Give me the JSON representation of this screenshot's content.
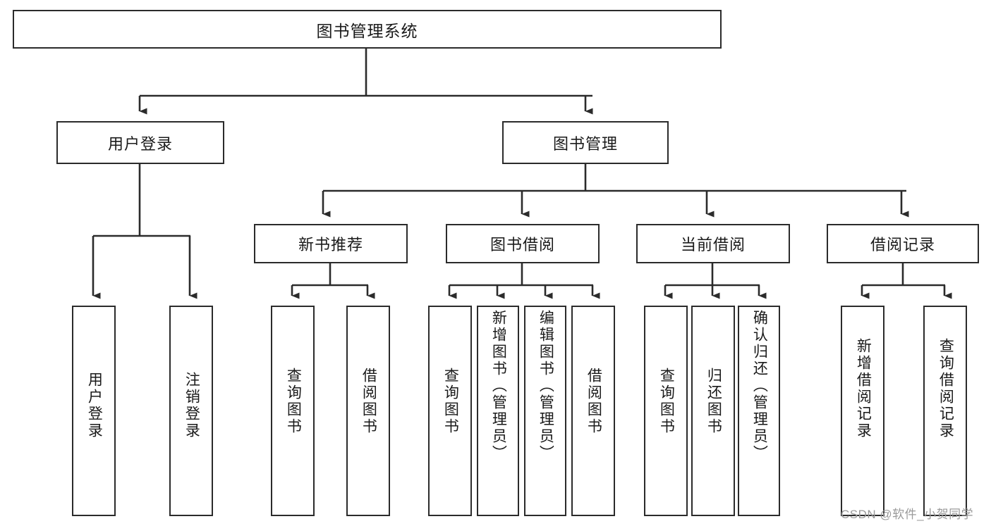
{
  "diagram": {
    "title": "图书管理系统",
    "type": "tree-hierarchy",
    "watermark": "CSDN @软件_小贺同学",
    "colors": {
      "box_border": "#2b2b2b",
      "box_fill": "#ffffff",
      "edge": "#2b2b2b",
      "text": "#1a1a1a",
      "watermark": "#9a9a9a",
      "background": "#ffffff"
    },
    "levels": {
      "level0": [
        "图书管理系统"
      ],
      "level1": [
        "用户登录",
        "图书管理"
      ],
      "level2": [
        "新书推荐",
        "图书借阅",
        "当前借阅",
        "借阅记录"
      ],
      "level3": [
        "用户登录",
        "注销登录",
        "查询图书",
        "借阅图书",
        "查询图书",
        "新增图书（管理员）",
        "编辑图书（管理员）",
        "借阅图书",
        "查询图书",
        "归还图书",
        "确认归还（管理员）",
        "新增借阅记录",
        "查询借阅记录"
      ]
    },
    "nodes": {
      "root": {
        "label": "图书管理系统"
      },
      "user_login": {
        "label": "用户登录"
      },
      "book_manage": {
        "label": "图书管理"
      },
      "new_book_rec": {
        "label": "新书推荐"
      },
      "book_borrow": {
        "label": "图书借阅"
      },
      "current_borrow": {
        "label": "当前借阅"
      },
      "borrow_record": {
        "label": "借阅记录"
      },
      "leaf_user_login": {
        "label": "用户登录"
      },
      "leaf_logout": {
        "label": "注销登录"
      },
      "leaf_query_book_1": {
        "label": "查询图书"
      },
      "leaf_borrow_book_1": {
        "label": "借阅图书"
      },
      "leaf_query_book_2": {
        "label": "查询图书"
      },
      "leaf_add_book": {
        "label": "新增图书（管理员）"
      },
      "leaf_edit_book": {
        "label": "编辑图书（管理员）"
      },
      "leaf_borrow_book_2": {
        "label": "借阅图书"
      },
      "leaf_query_book_3": {
        "label": "查询图书"
      },
      "leaf_return_book": {
        "label": "归还图书"
      },
      "leaf_confirm_return": {
        "label": "确认归还（管理员）"
      },
      "leaf_add_record": {
        "label": "新增借阅记录"
      },
      "leaf_query_record": {
        "label": "查询借阅记录"
      }
    }
  }
}
